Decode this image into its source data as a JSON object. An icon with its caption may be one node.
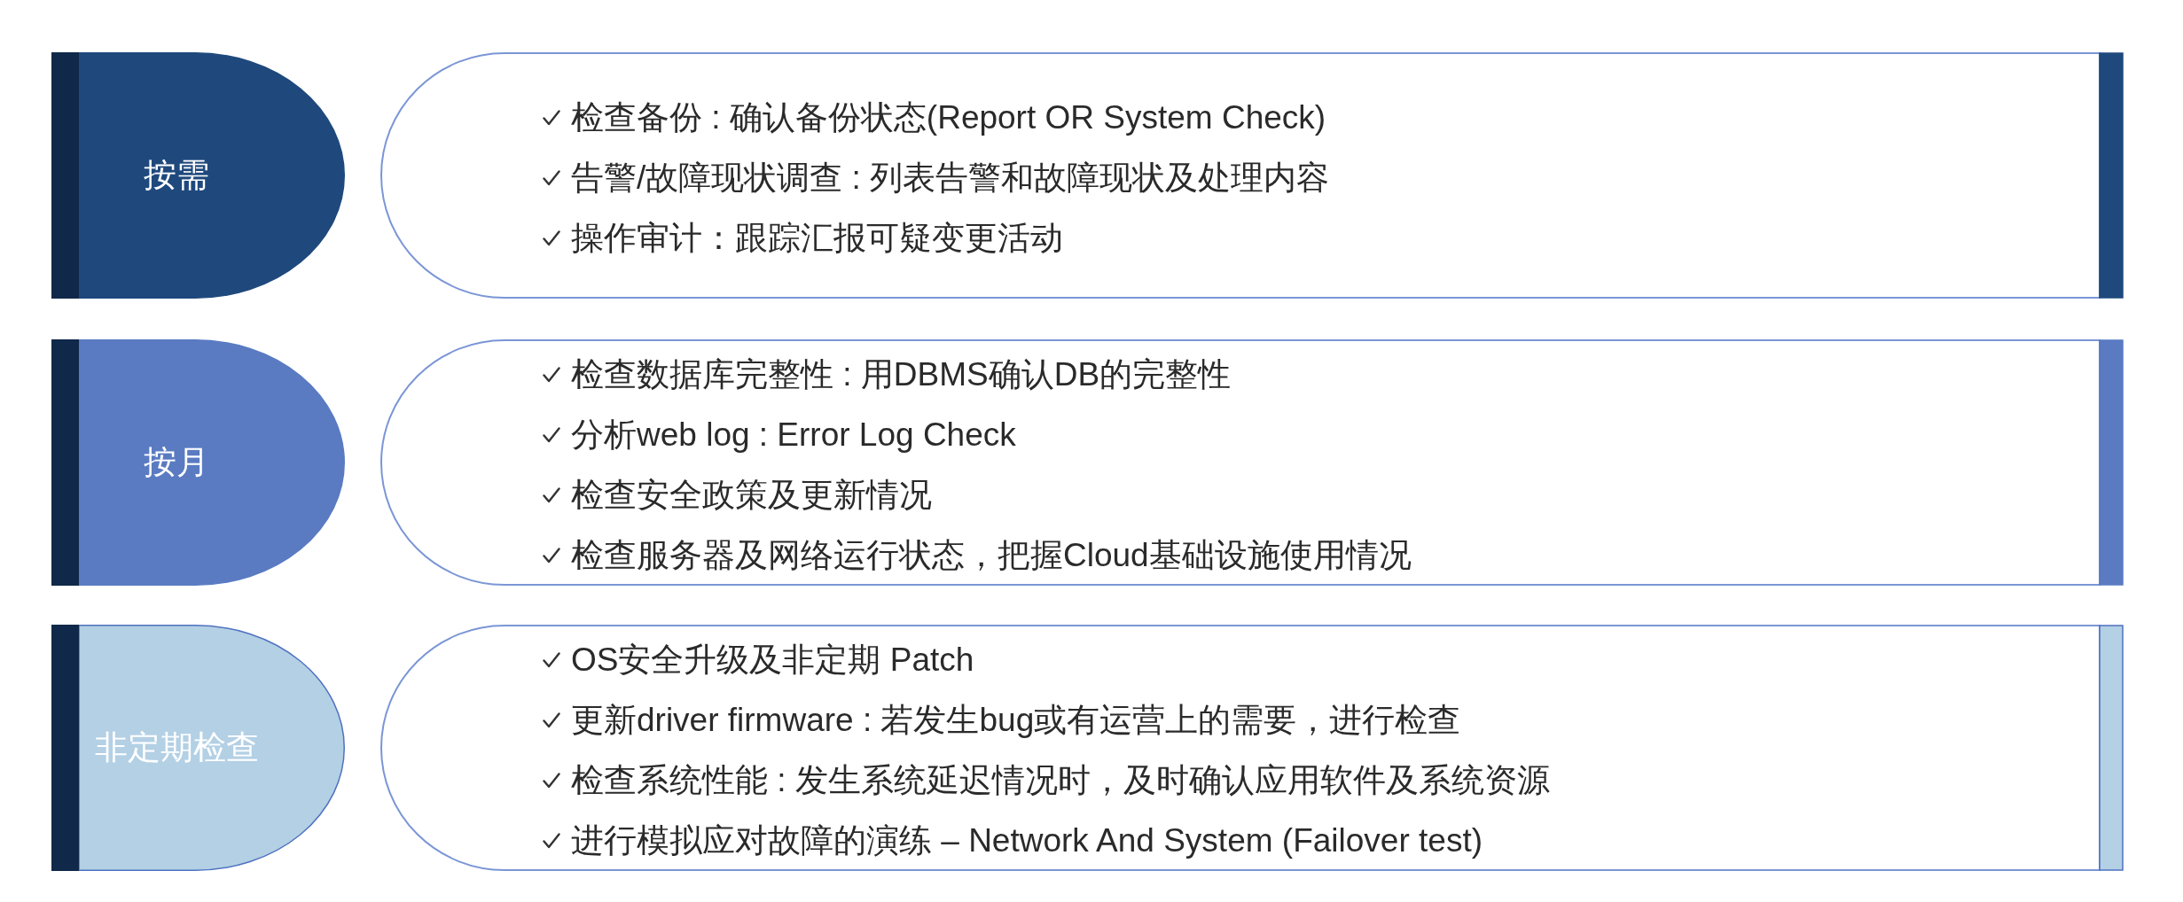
{
  "diagram": {
    "nodes": [
      {
        "text": [
          "按需"
        ]
      },
      {
        "text": [
          "检查备份 : 确认备份状态(Report OR System Check)",
          "告警/故障现状调查 : 列表告警和故障现状及处理内容",
          "操作审计：跟踪汇报可疑变更活动"
        ]
      },
      {
        "text": [
          "按月"
        ]
      },
      {
        "text": [
          "检查数据库完整性 : 用DBMS确认DB的完整性",
          "分析web log : Error Log Check",
          "检查安全政策及更新情况",
          "检查服务器及网络运行状态，把握Cloud基础设施使用情况"
        ]
      },
      {
        "text": [
          "非定期检查"
        ]
      },
      {
        "text": [
          "OS安全升级及非定期 Patch",
          "更新driver firmware : 若发生bug或有运营上的需要，进行检查",
          "检查系统性能 : 发生系统延迟情况时，及时确认应用软件及系统资源",
          "进行模拟应对故障的演练 – Network And System (Failover test)"
        ]
      }
    ]
  }
}
